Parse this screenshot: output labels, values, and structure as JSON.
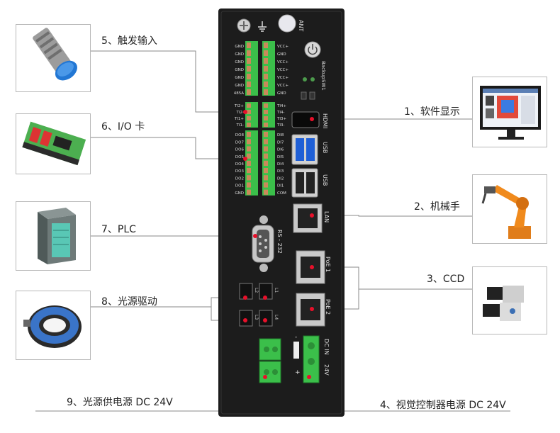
{
  "callouts": {
    "trigger_input": "5、触发输入",
    "io_card": "6、I/O 卡",
    "plc": "7、PLC",
    "light_driver": "8、光源驱动",
    "light_power": "9、光源供电源 DC 24V",
    "software_display": "1、软件显示",
    "robot_arm": "2、机械手",
    "ccd": "3、CCD",
    "controller_power": "4、视觉控制器电源 DC 24V"
  },
  "device": {
    "ant": "ANT",
    "backup": "Backup",
    "sw1": "SW1",
    "hdmi": "HDMI",
    "usb_top": "USB",
    "usb_bottom": "USB",
    "lan": "LAN",
    "rs232": "RS - 232",
    "poe1": "PoE 1",
    "poe2": "PoE 2",
    "dc_in": "DC  IN",
    "v24": "24V",
    "plus": "+",
    "minus": "-",
    "ch_l1": "L1",
    "ch_l2": "L2",
    "ch_l3": "L3",
    "ch_l4": "L4"
  },
  "terminals": {
    "block1_left": [
      "GND",
      "GND",
      "GND",
      "GND",
      "GND",
      "GND",
      "485A"
    ],
    "block1_right": [
      "VCC+",
      "GND",
      "VCC+",
      "VCC+",
      "VCC+",
      "VCC+",
      "GND"
    ],
    "block2_left": [
      "TI2+",
      "TI2-",
      "TI1+",
      "TI1-"
    ],
    "block2_right": [
      "TI4+",
      "TI4-",
      "TI3+",
      "TI3-"
    ],
    "block3_left": [
      "DO8",
      "DO7",
      "DO6",
      "DO5",
      "DO4",
      "DO3",
      "DO2",
      "DO1",
      "GND"
    ],
    "block3_right": [
      "DI8",
      "DI7",
      "DI6",
      "DI5",
      "DI4",
      "DI3",
      "DI2",
      "DI1",
      "COM"
    ]
  },
  "colors": {
    "device_body": "#1c1c1c",
    "terminal_green": "#3bbf4a",
    "marker_red": "#e8102a",
    "line": "#8a8a8a"
  }
}
